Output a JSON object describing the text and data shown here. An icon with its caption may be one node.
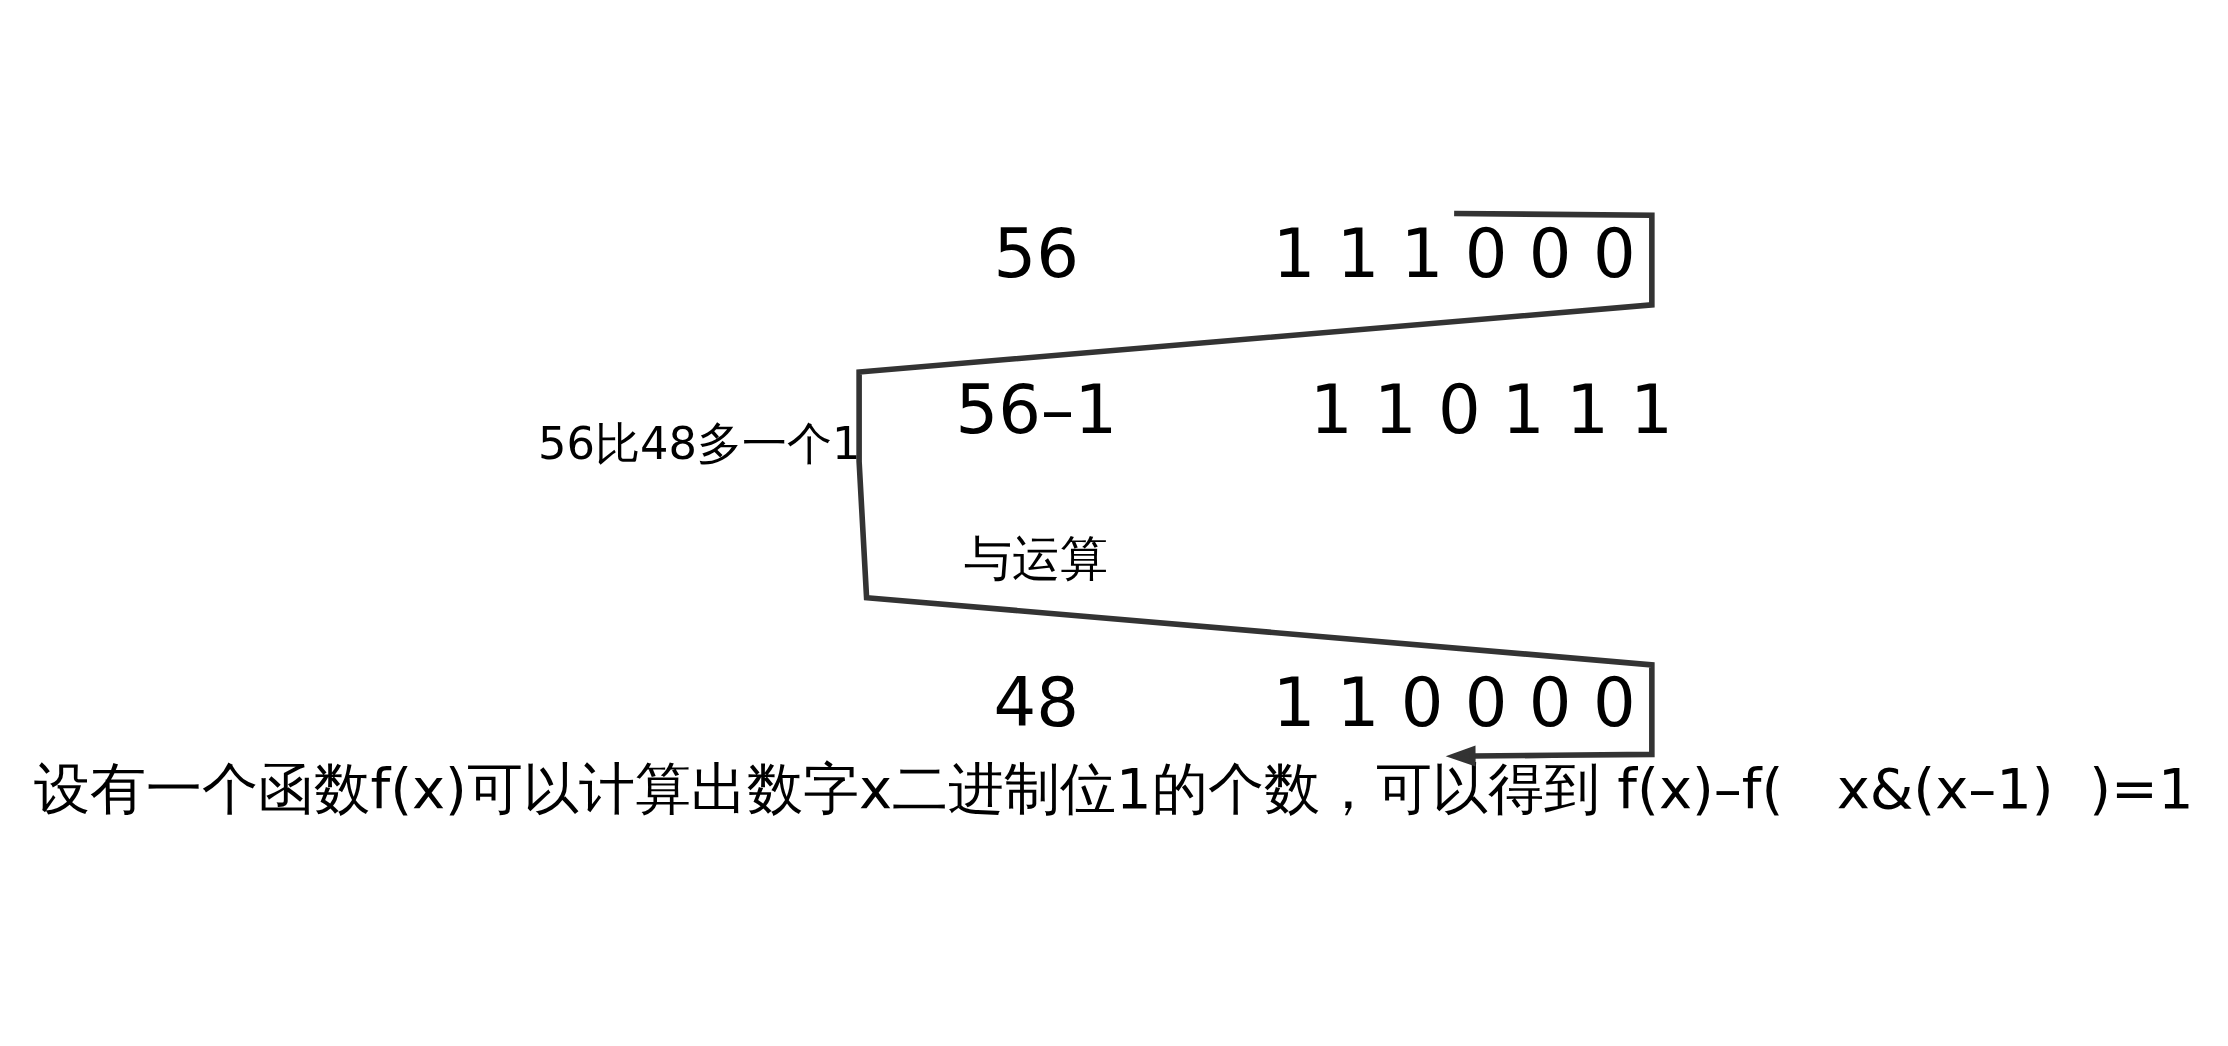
{
  "diagram": {
    "caption": "设有一个函数f(x)可以计算出数字x二进制位1的个数，可以得到 f(x)–f(   x&(x–1)  )=1",
    "nodes": [
      {
        "text": [
          "1 1 1 0 0 0"
        ]
      },
      {
        "text": [
          "1 1 0 0 0 0"
        ]
      }
    ],
    "edges": [
      {
        "from": 0,
        "to": 1,
        "arrow": "to",
        "label": "56比48多一个1"
      }
    ],
    "labels": [
      "56",
      "56–1",
      "1 1 0 1 1 1",
      "与运算",
      "48"
    ]
  }
}
